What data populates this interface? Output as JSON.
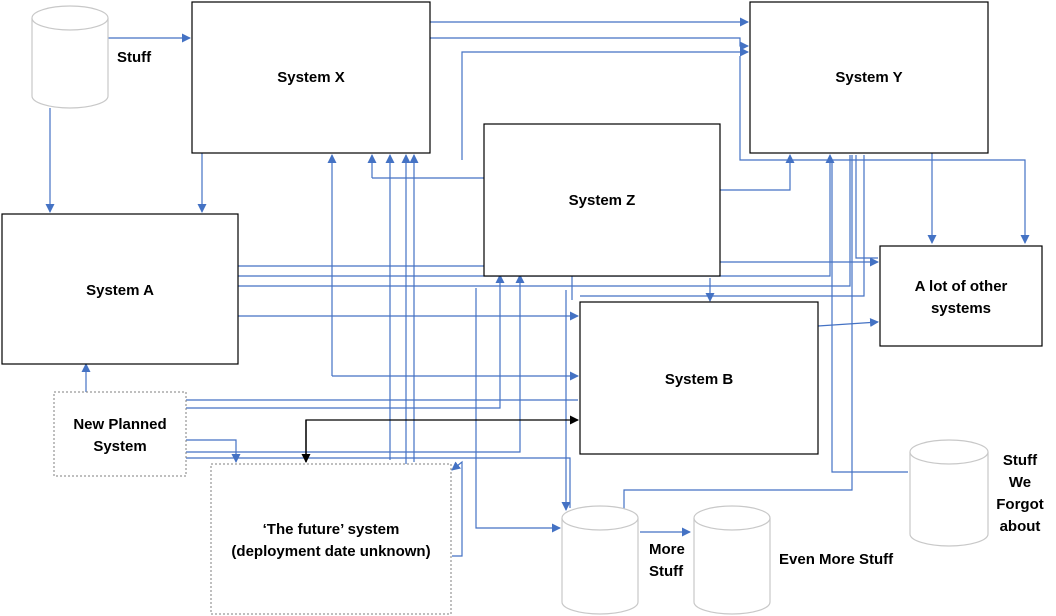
{
  "colors": {
    "connector": "#4472c4",
    "highlight": "#000000",
    "box_border": "#000000",
    "cylinder": "#c8c8c8",
    "dashed_border": "#7f7f7f"
  },
  "labels": {
    "stuff": "Stuff",
    "system_x": "System X",
    "system_y": "System Y",
    "system_z": "System Z",
    "system_a": "System A",
    "system_b": "System B",
    "other_systems": [
      "A lot of other",
      "systems"
    ],
    "new_planned": [
      "New Planned",
      "System"
    ],
    "future_system": [
      "‘The future’ system",
      "(deployment date unknown)"
    ],
    "more_stuff": [
      "More",
      "Stuff"
    ],
    "even_more_stuff": "Even More Stuff",
    "forgot_stuff": [
      "Stuff",
      "We",
      "Forgot",
      "about"
    ]
  }
}
